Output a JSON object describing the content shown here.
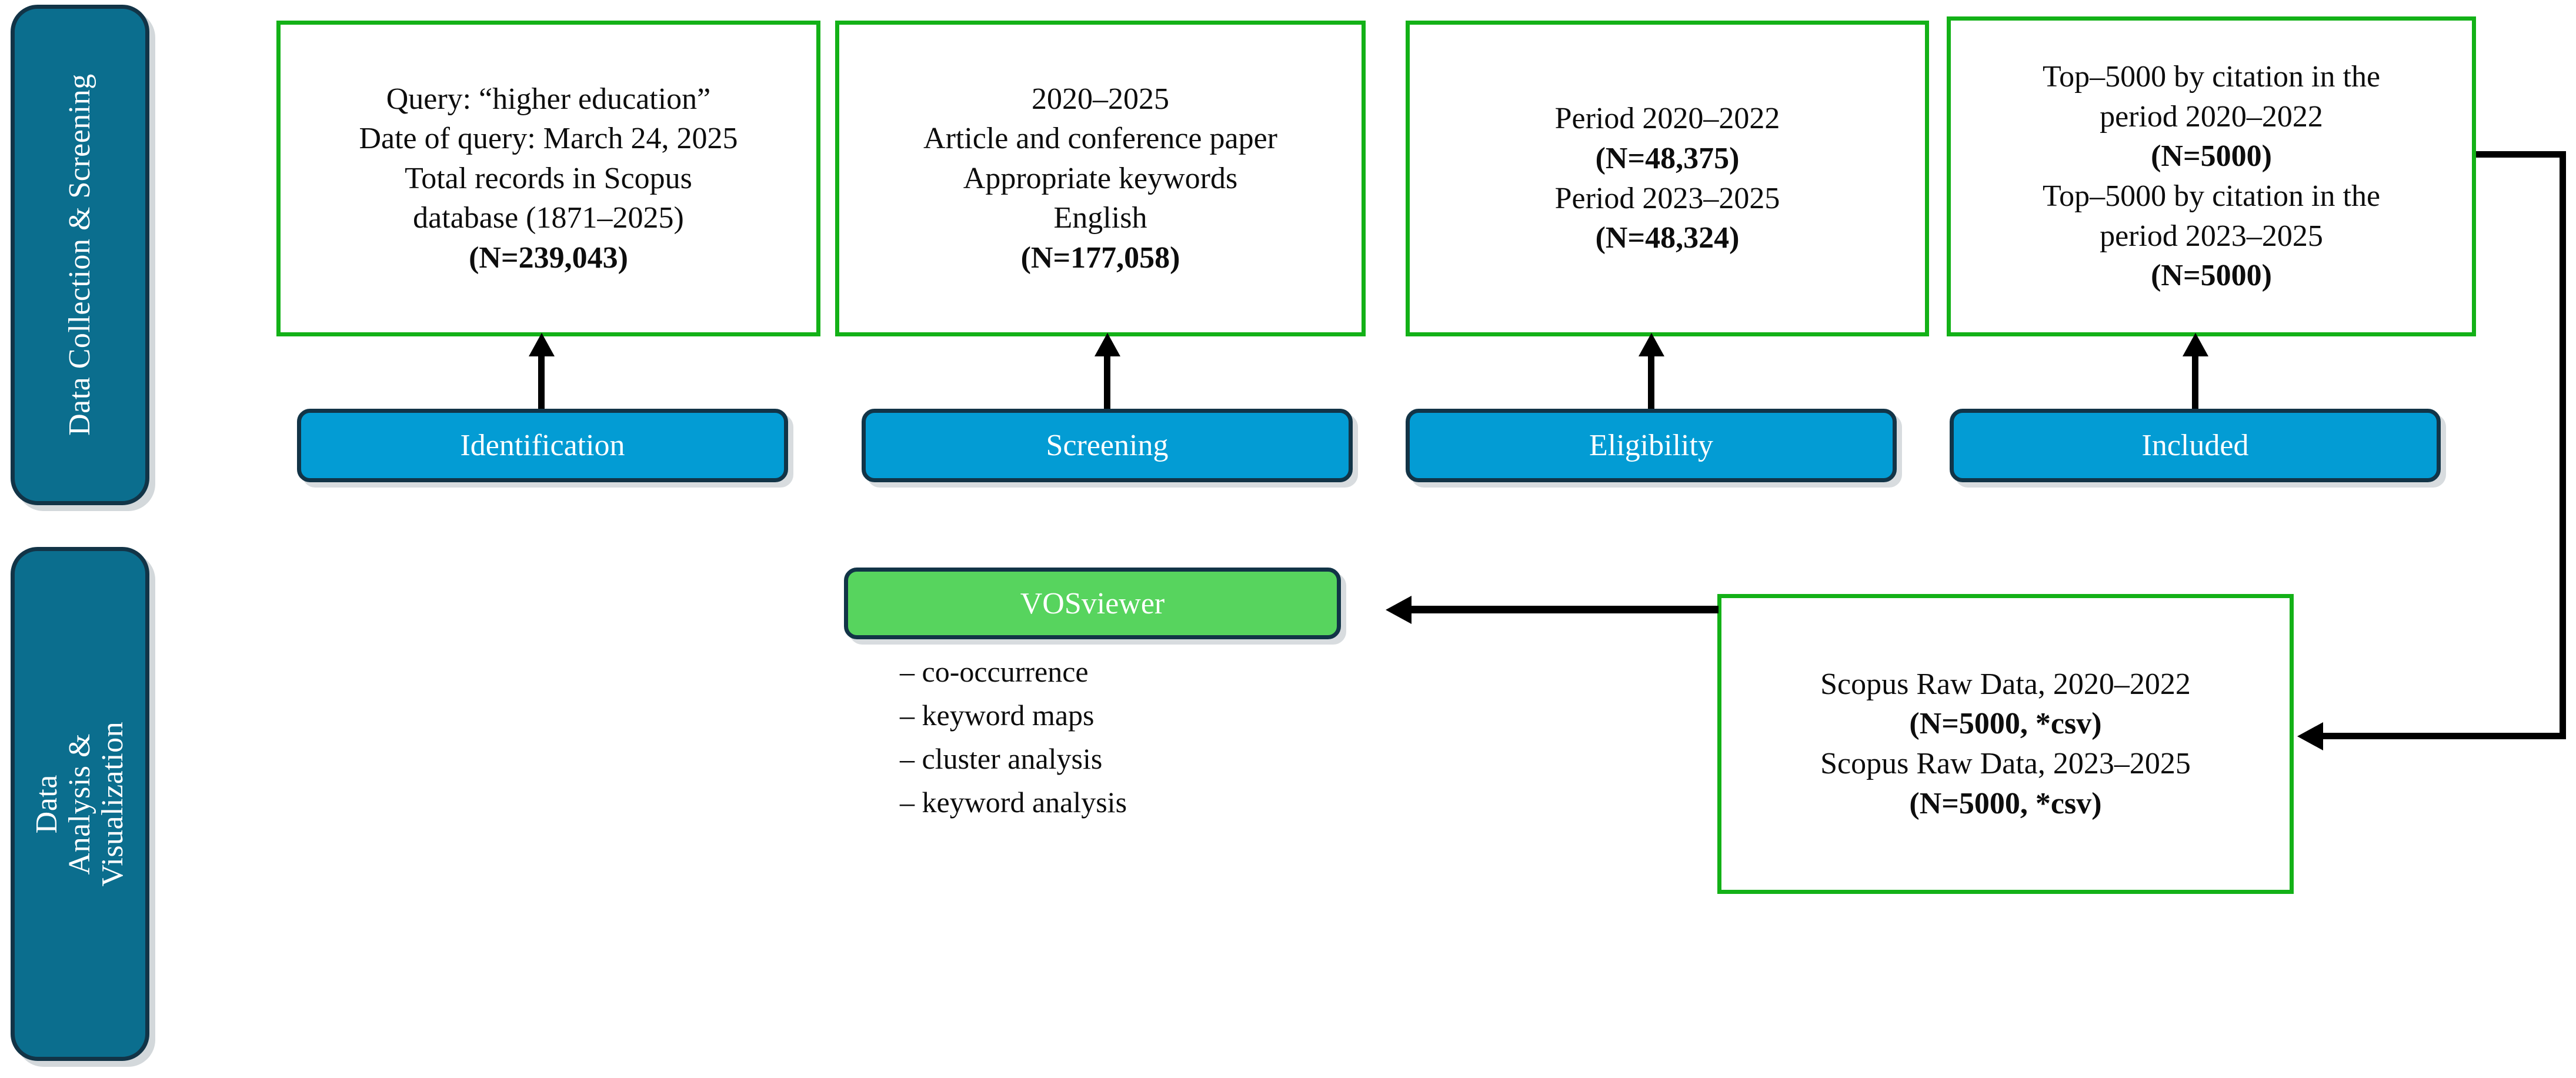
{
  "figure": {
    "type": "prisma-flow-diagram",
    "colors": {
      "box_border_green": "#13b117",
      "stage_tab_fill": "#0b6e8e",
      "stage_tab_border": "#123447",
      "stage_pill_fill": "#039cd4",
      "tool_pill_fill": "#57d45e",
      "connector": "#000000",
      "page_background": "#ffffff"
    }
  },
  "stage_tabs": [
    {
      "label": "Data Collection & Screening"
    },
    {
      "label": "Data Analysis & Visualization"
    }
  ],
  "stage_pills": [
    {
      "label": "Identification"
    },
    {
      "label": "Screening"
    },
    {
      "label": "Eligibility"
    },
    {
      "label": "Included"
    }
  ],
  "boxes": [
    {
      "name": "identification-box",
      "lines": [
        {
          "text": "Query: “higher education”",
          "bold": false
        },
        {
          "text": "Date of query: March 24, 2025",
          "bold": false
        },
        {
          "text": "Total records in Scopus",
          "bold": false
        },
        {
          "text": "database (1871–2025)",
          "bold": false
        },
        {
          "text": "(N=239,043)",
          "bold": true
        }
      ]
    },
    {
      "name": "screening-box",
      "lines": [
        {
          "text": "2020–2025",
          "bold": false
        },
        {
          "text": "Article and conference paper",
          "bold": false
        },
        {
          "text": "Appropriate keywords",
          "bold": false
        },
        {
          "text": "English",
          "bold": false
        },
        {
          "text": "(N=177,058)",
          "bold": true
        }
      ]
    },
    {
      "name": "eligibility-box",
      "lines": [
        {
          "text": "Period 2020–2022",
          "bold": false
        },
        {
          "text": "(N=48,375)",
          "bold": true
        },
        {
          "text": "Period 2023–2025",
          "bold": false
        },
        {
          "text": "(N=48,324)",
          "bold": true
        }
      ]
    },
    {
      "name": "included-box",
      "lines": [
        {
          "text": "Top–5000 by citation in the",
          "bold": false
        },
        {
          "text": "period 2020–2022",
          "bold": false
        },
        {
          "text": "(N=5000)",
          "bold": true
        },
        {
          "text": "Top–5000 by citation in the",
          "bold": false
        },
        {
          "text": "period 2023–2025",
          "bold": false
        },
        {
          "text": "(N=5000)",
          "bold": true
        }
      ]
    },
    {
      "name": "scopus-raw-data-box",
      "lines": [
        {
          "text": "Scopus Raw Data, 2020–2022",
          "bold": false
        },
        {
          "text": "(N=5000, *csv)",
          "bold": true
        },
        {
          "text": "Scopus Raw Data, 2023–2025",
          "bold": false
        },
        {
          "text": "(N=5000, *csv)",
          "bold": true
        }
      ]
    }
  ],
  "tool": {
    "label": "VOSviewer",
    "tasks": [
      "– co-occurrence",
      "– keyword  maps",
      "– cluster analysis",
      "– keyword  analysis"
    ]
  }
}
